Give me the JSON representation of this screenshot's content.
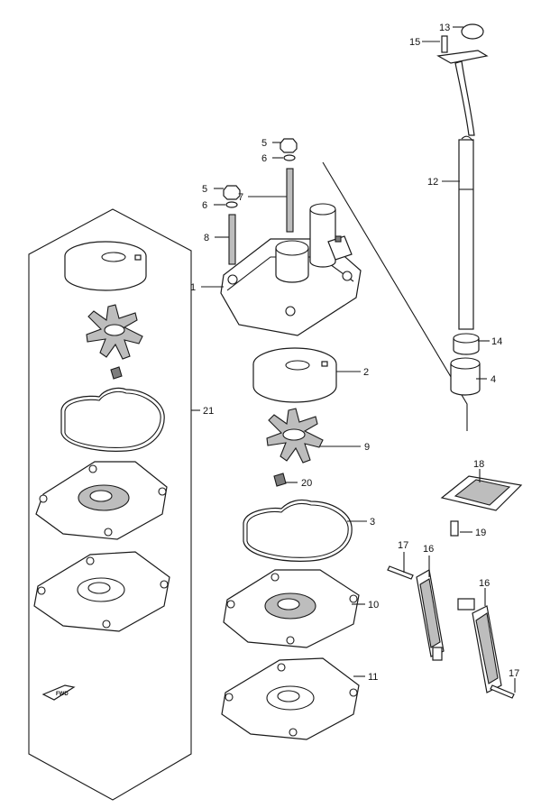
{
  "callouts": {
    "p1": "1",
    "p2": "2",
    "p3": "3",
    "p4": "4",
    "p5a": "5",
    "p5b": "5",
    "p6a": "6",
    "p6b": "6",
    "p7": "7",
    "p8": "8",
    "p9": "9",
    "p10": "10",
    "p11": "11",
    "p12": "12",
    "p13": "13",
    "p14": "14",
    "p15": "15",
    "p16a": "16",
    "p16b": "16",
    "p17a": "17",
    "p17b": "17",
    "p18": "18",
    "p19": "19",
    "p20": "20",
    "p21": "21"
  },
  "forward_arrow": {
    "text": "FWD"
  }
}
